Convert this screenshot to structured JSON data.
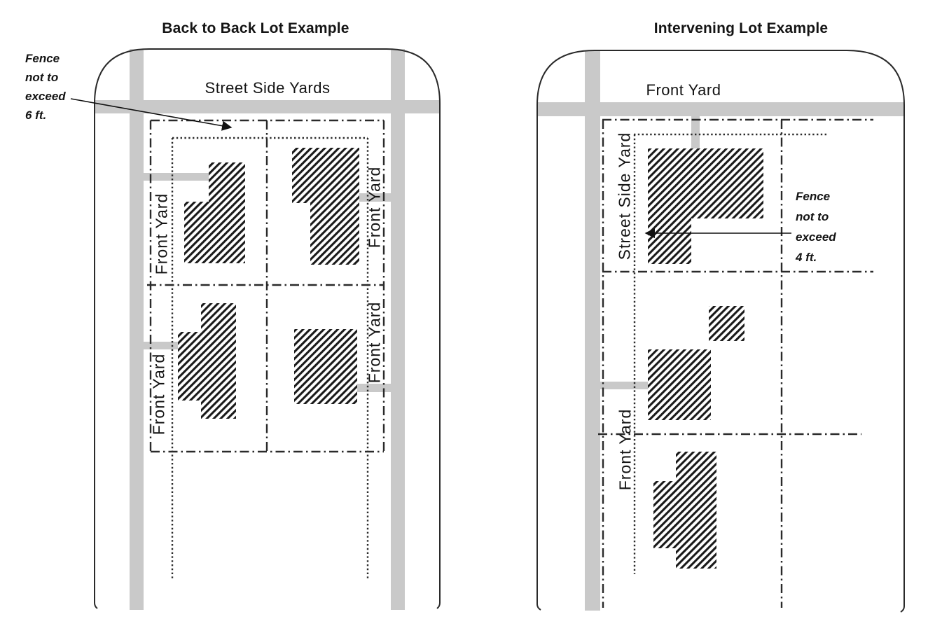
{
  "page": {
    "description": "Two residential zoning diagrams showing maximum fence heights by yard type",
    "background": "#ffffff"
  },
  "colors": {
    "road": "#c9c9c9",
    "line": "#2a2a2a",
    "text": "#141414",
    "hatch": "#1a1a1a"
  },
  "left_diagram": {
    "title": "Back to Back Lot Example",
    "fence_note": "Fence\nnot to\nexceed\n6 ft.",
    "street_label": "Street Side Yards",
    "front_yard_label": "Front Yard",
    "lots": 4,
    "line_legend": {
      "dash_dot": "lot boundary",
      "dotted": "fence line",
      "hatched": "building",
      "gray": "street / driveway"
    }
  },
  "right_diagram": {
    "title": "Intervening Lot Example",
    "fence_note": "Fence\nnot to\nexceed\n4 ft.",
    "front_yard_top_label": "Front Yard",
    "street_side_yard_label": "Street Side Yard",
    "front_yard_label": "Front Yard",
    "lots": 3,
    "line_legend": {
      "dash_dot": "lot boundary",
      "dotted": "fence line",
      "hatched": "building",
      "gray": "street / driveway"
    }
  }
}
